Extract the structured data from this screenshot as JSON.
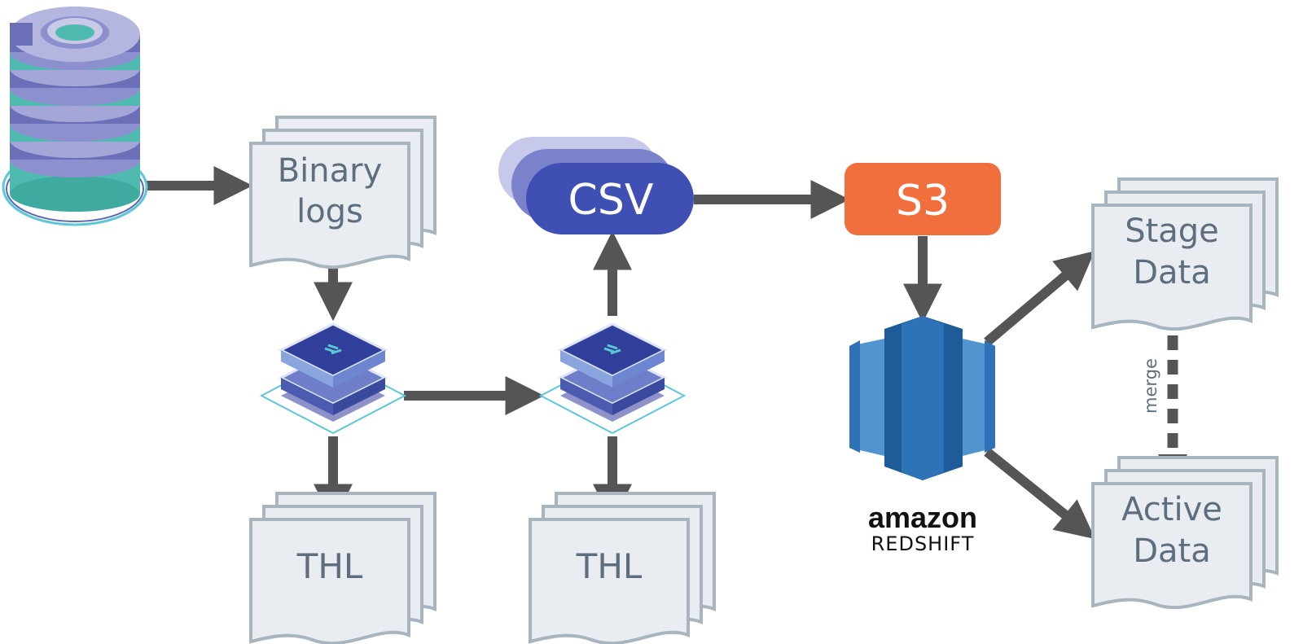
{
  "colors": {
    "arrow": "#555555",
    "doc_fill": "#e9edf1",
    "doc_stroke": "#a8b4be",
    "doc_text": "#5e6e7f",
    "csv_fill": "#3f4fb4",
    "csv_shadow": "#7a82cc",
    "s3_fill": "#f06f3c",
    "redshift_dark": "#205b99",
    "redshift_mid": "#2e73b8",
    "redshift_light": "#5294cf",
    "db_purple": "#a4a6d8",
    "db_teal": "#4fbbb0"
  },
  "nodes": {
    "binary_logs": {
      "line1": "Binary",
      "line2": "logs"
    },
    "csv": {
      "label": "CSV"
    },
    "s3": {
      "label": "S3"
    },
    "thl_left": {
      "label": "THL"
    },
    "thl_right": {
      "label": "THL"
    },
    "stage_data": {
      "line1": "Stage",
      "line2": "Data"
    },
    "active_data": {
      "line1": "Active",
      "line2": "Data"
    },
    "redshift_logo": {
      "brand": "amazon",
      "product": "REDSHIFT"
    }
  },
  "edges": {
    "merge_label": "merge"
  },
  "icons": {
    "database": "database-icon",
    "replicator": "replicator-icon",
    "redshift": "redshift-icon"
  }
}
